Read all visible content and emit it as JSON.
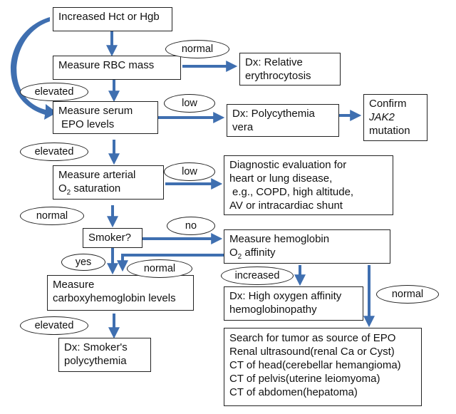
{
  "boxes": {
    "start": "Increased Hct or Hgb",
    "rbc_mass": "Measure RBC mass",
    "relative": [
      "Dx: Relative",
      "erythrocytosis"
    ],
    "epo": [
      "Measure serum",
      "EPO levels"
    ],
    "pv": [
      "Dx: Polycythemia",
      "vera"
    ],
    "jak2": [
      "Confirm",
      "JAK2",
      "mutation"
    ],
    "arterial": [
      "Measure arterial",
      "O",
      "2",
      " saturation"
    ],
    "heart_lung": [
      "Diagnostic evaluation for",
      "heart or lung disease,",
      "e.g., COPD, high altitude,",
      "AV or intracardiac shunt"
    ],
    "smoker": "Smoker?",
    "hb_affinity": [
      "Measure hemoglobin",
      "O",
      "2",
      " affinity"
    ],
    "carboxy": [
      "Measure",
      "carboxyhemoglobin levels"
    ],
    "hi_affinity": [
      "Dx: High oxygen affinity",
      "hemoglobinopathy"
    ],
    "smokers_poly": [
      "Dx: Smoker's",
      "polycythemia"
    ],
    "tumor": [
      "Search for tumor as source of EPO",
      "Renal ultrasound(renal Ca or Cyst)",
      "CT of head(cerebellar hemangioma)",
      "CT of pelvis(uterine leiomyoma)",
      "CT of abdomen(hepatoma)"
    ]
  },
  "labels": {
    "normal_1": "normal",
    "elevated_1": "elevated",
    "low_1": "low",
    "elevated_2": "elevated",
    "low_2": "low",
    "normal_2": "normal",
    "no": "no",
    "yes": "yes",
    "normal_3": "normal",
    "increased": "increased",
    "normal_4": "normal",
    "elevated_3": "elevated"
  },
  "colors": {
    "arrow": "#3f6fb0",
    "border": "#222222"
  }
}
